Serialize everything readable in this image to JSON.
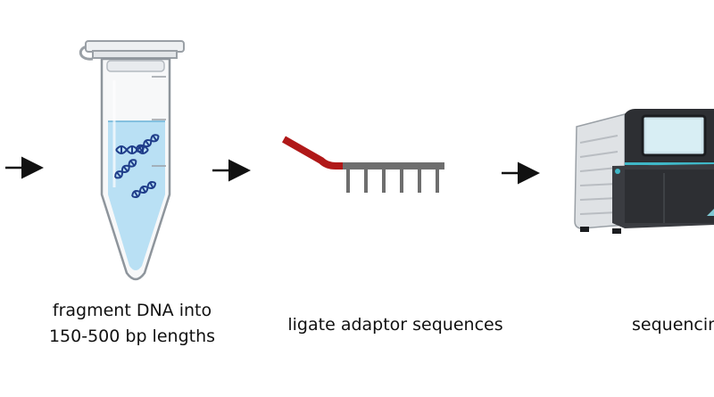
{
  "steps": [
    {
      "label_lines": [
        "fragment DNA into",
        "150-500 bp lengths"
      ],
      "icon": "microcentrifuge-tube-with-dna-icon"
    },
    {
      "label_lines": [
        "ligate adaptor sequences"
      ],
      "icon": "adaptor-ligation-icon"
    },
    {
      "label_lines": [
        "sequencing"
      ],
      "icon": "sequencer-machine-icon"
    }
  ],
  "arrows": [
    "right-arrow-icon",
    "right-arrow-icon",
    "right-arrow-icon"
  ],
  "colors": {
    "liquid": "#b9e0f4",
    "dna": "#1f3d8a",
    "adaptor_red": "#b01818",
    "adaptor_gray": "#6e6e6e",
    "machine_dark": "#2d2f33",
    "machine_light": "#dfe2e5",
    "screen_teal": "#3fb7c7"
  }
}
